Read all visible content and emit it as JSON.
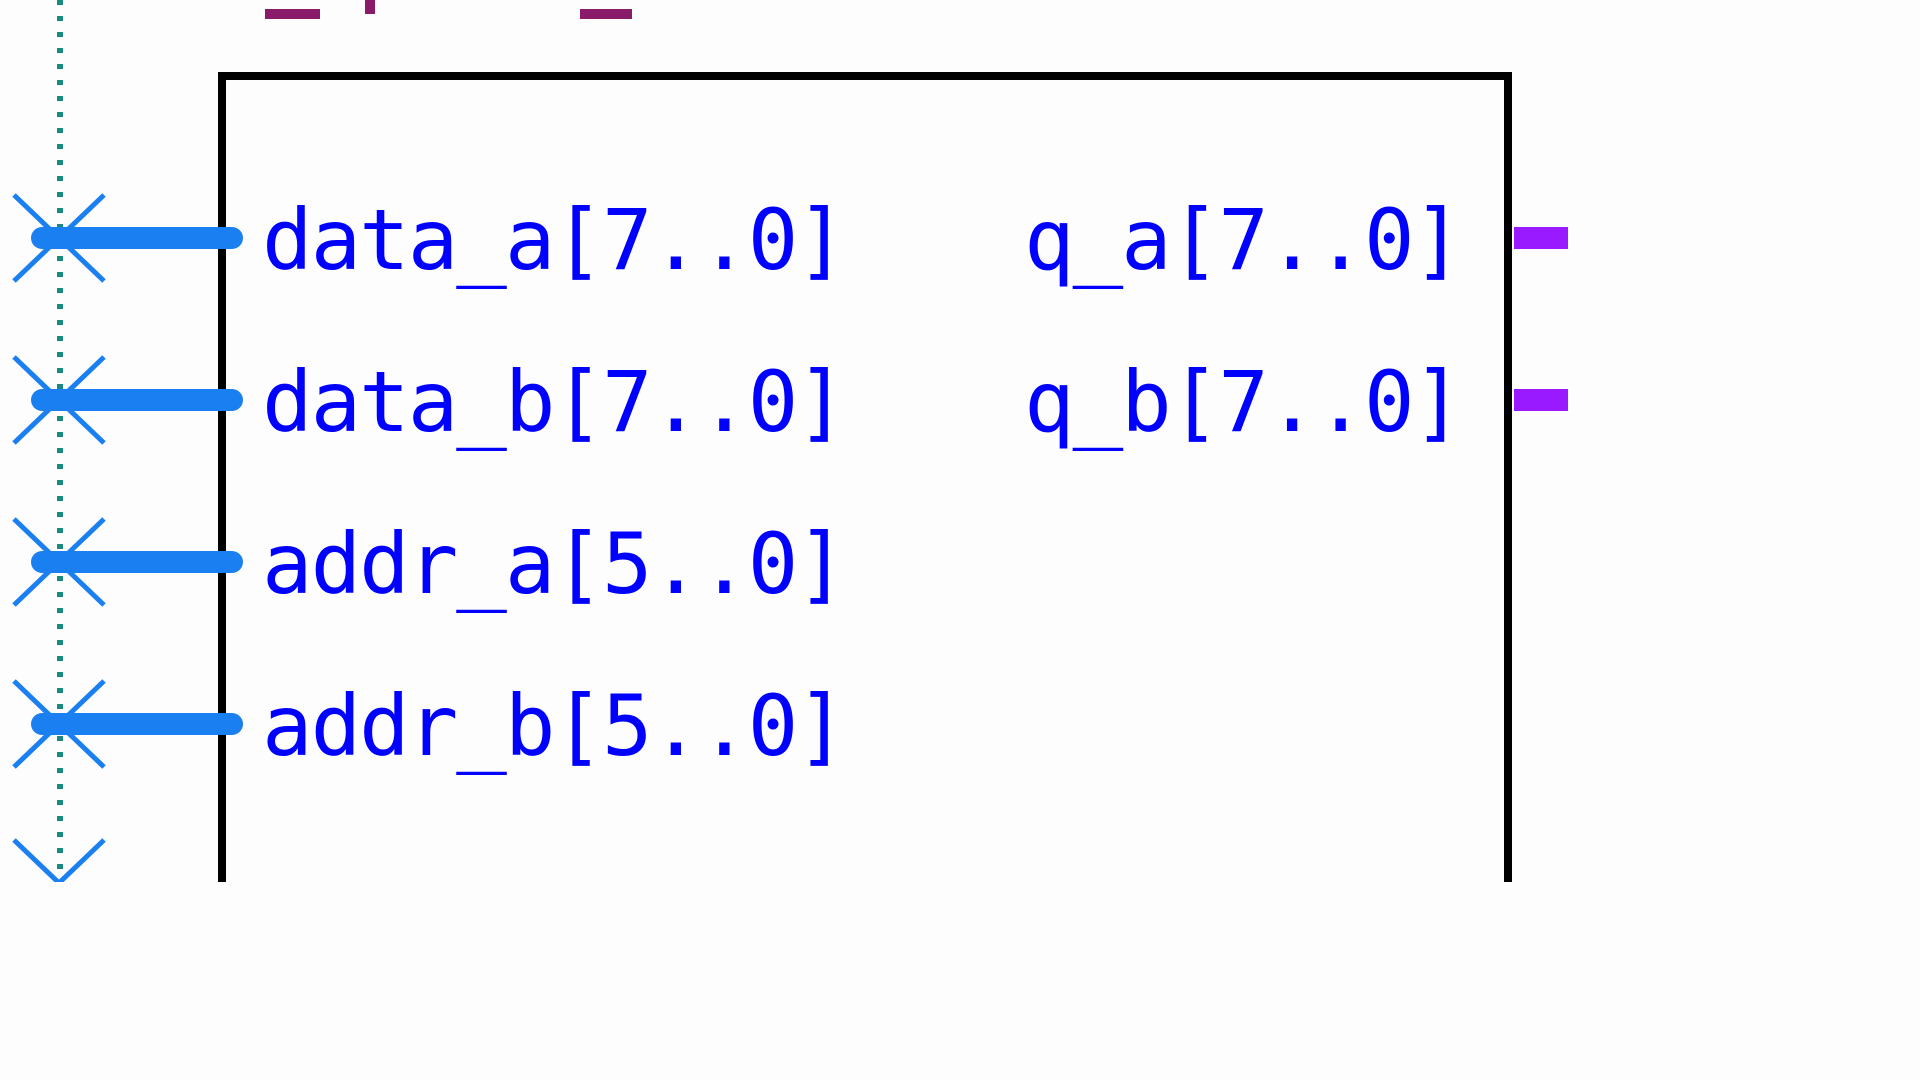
{
  "block": {
    "inputs": [
      {
        "label": "data_a[7..0]"
      },
      {
        "label": "data_b[7..0]"
      },
      {
        "label": "addr_a[5..0]"
      },
      {
        "label": "addr_b[5..0]"
      }
    ],
    "outputs": [
      {
        "label": "q_a[7..0]"
      },
      {
        "label": "q_b[7..0]"
      }
    ]
  },
  "colors": {
    "input_bus": "#1a7ff0",
    "output_bus": "#9a1aff",
    "port_text": "#0000ff",
    "block_border": "#000000",
    "dotted_net": "#1a8a80",
    "top_net": "#8a1a6a"
  }
}
